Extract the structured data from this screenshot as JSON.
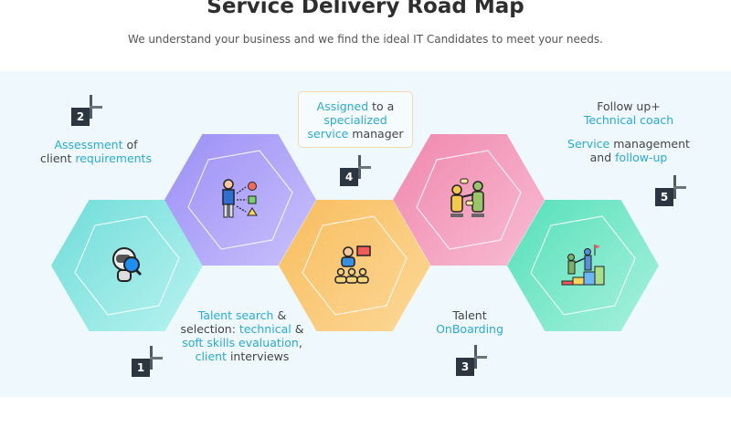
{
  "header": {
    "title": "Service Delivery Road Map",
    "subtitle": "We understand your business and we find the ideal IT Candidates to meet your needs."
  },
  "steps": [
    {
      "number": "1",
      "icon": "robot-magnifier-icon",
      "lines": [
        [
          "Talent search",
          " &"
        ],
        [
          "selection: ",
          ""
        ],
        [
          "technical",
          " &"
        ],
        [
          "soft skills evaluation",
          ","
        ],
        [
          "client",
          " interviews"
        ]
      ],
      "t1": "Talent search",
      "t2": " &",
      "t3": "selection: ",
      "t4": "technical",
      "t5": " &",
      "t6": "soft skills evaluation",
      "t7": ",",
      "t8": "client",
      "t9": " interviews"
    },
    {
      "number": "2",
      "icon": "person-choices-icon",
      "t1": "Assessment",
      "t2": " of",
      "t3": "client ",
      "t4": "requirements"
    },
    {
      "number": "3",
      "icon": "presenter-audience-icon",
      "t1": "Talent",
      "t2": "OnBoarding"
    },
    {
      "number": "4",
      "icon": "handshake-people-icon",
      "t1": "Assigned",
      "t2": " to a",
      "t3": "specialized",
      "t4": "service",
      "t5": " manager"
    },
    {
      "number": "5",
      "icon": "climbing-steps-icon",
      "t1": "Follow up+",
      "t2": "Technical coach",
      "t3": "Service",
      "t4": " management",
      "t5": "and ",
      "t6": "follow-up"
    }
  ],
  "colors": {
    "accent": "#2aaad8",
    "teal": "#7fe4e1",
    "purple": "#a99ef8",
    "orange": "#f9c66d",
    "pink": "#f394b6",
    "mint": "#62e4c2"
  }
}
